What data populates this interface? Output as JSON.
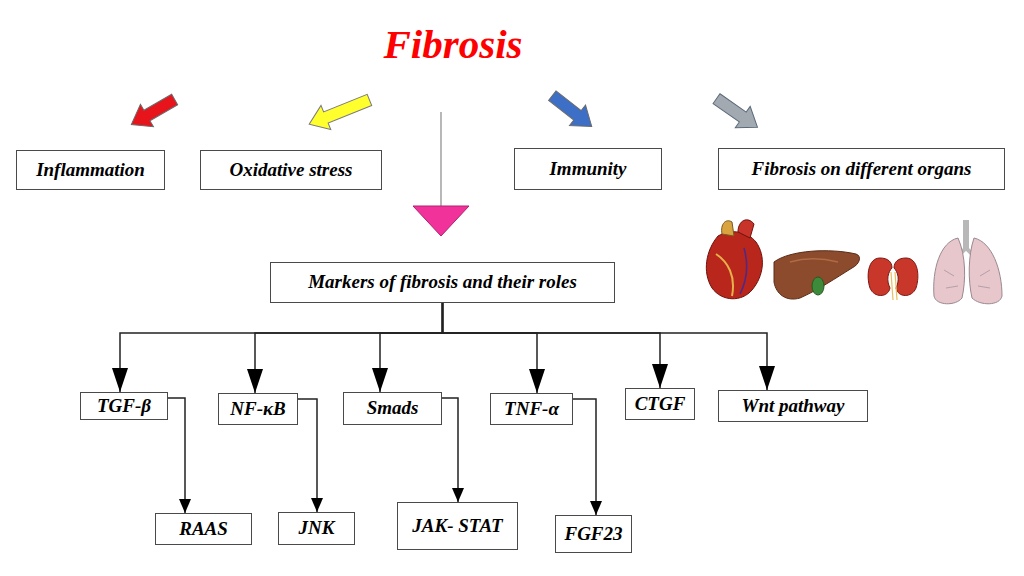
{
  "diagram": {
    "title": "Fibrosis",
    "nodes": [
      {
        "text": [
          "Inflammation"
        ]
      },
      {
        "text": [
          "Oxidative stress"
        ]
      },
      {
        "text": [
          "Immunity"
        ]
      },
      {
        "text": [
          "Fibrosis on different organs"
        ]
      },
      {
        "text": [
          "Markers of fibrosis and their roles"
        ]
      },
      {
        "text": [
          "TGF-β"
        ]
      },
      {
        "text": [
          "NF-κB"
        ]
      },
      {
        "text": [
          "Smads"
        ]
      },
      {
        "text": [
          "TNF-α"
        ]
      },
      {
        "text": [
          "CTGF"
        ]
      },
      {
        "text": [
          "Wnt pathway"
        ]
      },
      {
        "text": [
          "RAAS"
        ]
      },
      {
        "text": [
          "JNK"
        ]
      },
      {
        "text": [
          "JAK- STAT"
        ]
      },
      {
        "text": [
          "FGF23"
        ]
      }
    ],
    "edges": [
      {
        "from": 4,
        "to": 5,
        "arrow": "to"
      },
      {
        "from": 4,
        "to": 6,
        "arrow": "to"
      },
      {
        "from": 4,
        "to": 7,
        "arrow": "to"
      },
      {
        "from": 4,
        "to": 8,
        "arrow": "to"
      },
      {
        "from": 4,
        "to": 9,
        "arrow": "to"
      },
      {
        "from": 4,
        "to": 10,
        "arrow": "to"
      },
      {
        "from": 5,
        "to": 11,
        "arrow": "to"
      },
      {
        "from": 6,
        "to": 12,
        "arrow": "to"
      },
      {
        "from": 7,
        "to": 13,
        "arrow": "to"
      },
      {
        "from": 8,
        "to": 14,
        "arrow": "to"
      }
    ]
  }
}
